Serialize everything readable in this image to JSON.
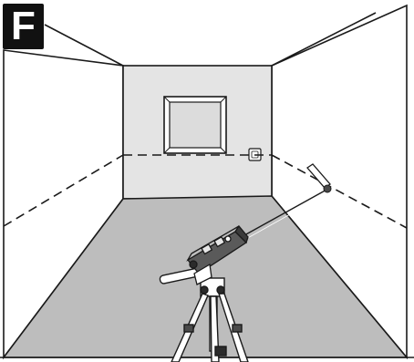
{
  "figure": {
    "label": "F",
    "colors": {
      "outline": "#1a1a1a",
      "wall_side": "#ffffff",
      "wall_back": "#e6e6e6",
      "floor": "#bdbdbd",
      "ceiling": "#ffffff",
      "device": "#4a4a4a",
      "device_dark": "#2b2b2b",
      "window_glass": "#d9d9d9"
    },
    "elements": {
      "room": "room-perspective",
      "window": "window",
      "socket": "wall-socket",
      "laser_line": "dashed-laser-line",
      "tripod": "tripod",
      "laser_device": "laser-level-device",
      "pointer": "laser-pointer-target"
    }
  }
}
